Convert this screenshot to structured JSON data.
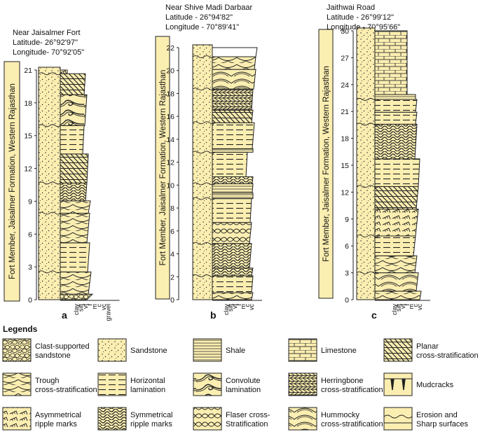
{
  "columns": [
    {
      "id": "a",
      "site": "Near Jaisalmer Fort",
      "latitude": "Latitude- 26°92'97\"",
      "longitude": "Longitude- 70°92'05\"",
      "formation": "Fort Member, Jaisalmer Formation, Western Rajasthan",
      "ticks": [
        "0",
        "3",
        "6",
        "9",
        "12",
        "15",
        "18",
        "21"
      ],
      "grain": [
        "clay",
        "silt",
        "vf",
        "f",
        "m",
        "c",
        "vc",
        "gravel"
      ],
      "label": "a"
    },
    {
      "id": "b",
      "site": "Near Shive Madi Darbaar",
      "latitude": "Latitude - 26°94'82\"",
      "longitude": "Longitude - 70°89'41\"",
      "formation": "Fort Member, Jaisalmer Formation, Western Rajasthan",
      "ticks": [
        "0",
        "2",
        "4",
        "6",
        "8",
        "10",
        "12",
        "14",
        "16",
        "18",
        "20",
        "22"
      ],
      "grain": [
        "clay",
        "silt",
        "vf",
        "f",
        "m",
        "c",
        "vc"
      ],
      "label": "b"
    },
    {
      "id": "c",
      "site": "Jaithwai Road",
      "latitude": "Latitude - 26°99'12\"",
      "longitude": "Longitude - 70°95'66\"",
      "formation": "Fort Member, Jaisalmer Formation, Western Rajasthan",
      "ticks": [
        "0",
        "3",
        "6",
        "9",
        "12",
        "15",
        "18",
        "21",
        "24",
        "27",
        "30"
      ],
      "grain": [
        "clay",
        "silt",
        "vf",
        "f",
        "m",
        "c",
        "vc"
      ],
      "label": "c"
    }
  ],
  "legend": {
    "title": "Legends",
    "items": [
      {
        "pattern": "clast",
        "label": [
          "Clast-supported",
          "sandstone"
        ]
      },
      {
        "pattern": "sand",
        "label": [
          "Sandstone"
        ]
      },
      {
        "pattern": "shale",
        "label": [
          "Shale"
        ]
      },
      {
        "pattern": "lime",
        "label": [
          "Limestone"
        ]
      },
      {
        "pattern": "planar",
        "label": [
          "Planar",
          "cross-stratification"
        ]
      },
      {
        "pattern": "trough",
        "label": [
          "Trough",
          "cross-stratification"
        ]
      },
      {
        "pattern": "hlam",
        "label": [
          "Horizontal",
          "lamination"
        ]
      },
      {
        "pattern": "convolute",
        "label": [
          "Convolute",
          "lamination"
        ]
      },
      {
        "pattern": "herring",
        "label": [
          "Herringbone",
          "cross-stratification"
        ]
      },
      {
        "pattern": "mudcrack",
        "label": [
          "Mudcracks"
        ]
      },
      {
        "pattern": "asym",
        "label": [
          "Asymmetrical",
          "ripple marks"
        ]
      },
      {
        "pattern": "sym",
        "label": [
          "Symmetrical",
          "ripple marks"
        ]
      },
      {
        "pattern": "flaser",
        "label": [
          "Flaser cross-",
          "Stratification"
        ]
      },
      {
        "pattern": "hummocky",
        "label": [
          "Hummocky",
          "cross-stratification"
        ]
      },
      {
        "pattern": "erosion",
        "label": [
          "Erosion and",
          "Sharp surfaces"
        ]
      }
    ]
  }
}
